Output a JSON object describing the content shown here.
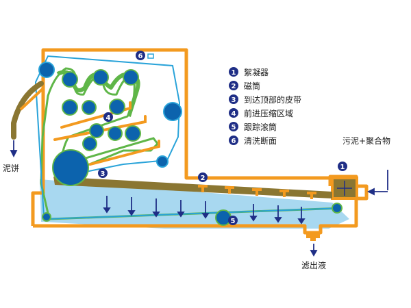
{
  "legend": [
    {
      "num": "1",
      "text": "絮凝器"
    },
    {
      "num": "2",
      "text": "磁筒"
    },
    {
      "num": "3",
      "text": "到达顶部的皮带"
    },
    {
      "num": "4",
      "text": "前进压缩区域"
    },
    {
      "num": "5",
      "text": "跟踪滚筒"
    },
    {
      "num": "6",
      "text": "清洗断面"
    }
  ],
  "labels": {
    "inlet": "污泥+聚合物",
    "cake": "泥饼",
    "filtrate": "滤出液"
  },
  "markers": {
    "m1": "1",
    "m2": "2",
    "m3": "3",
    "m4": "4",
    "m5": "5",
    "m6": "6"
  },
  "colors": {
    "frame": "#f39a1f",
    "roller": "#0c63ad",
    "belt_green": "#5fb648",
    "belt_blue": "#29a3d9",
    "liquid": "#a8d8f0",
    "sludge": "#8a7632",
    "marker": "#1f2e86"
  }
}
